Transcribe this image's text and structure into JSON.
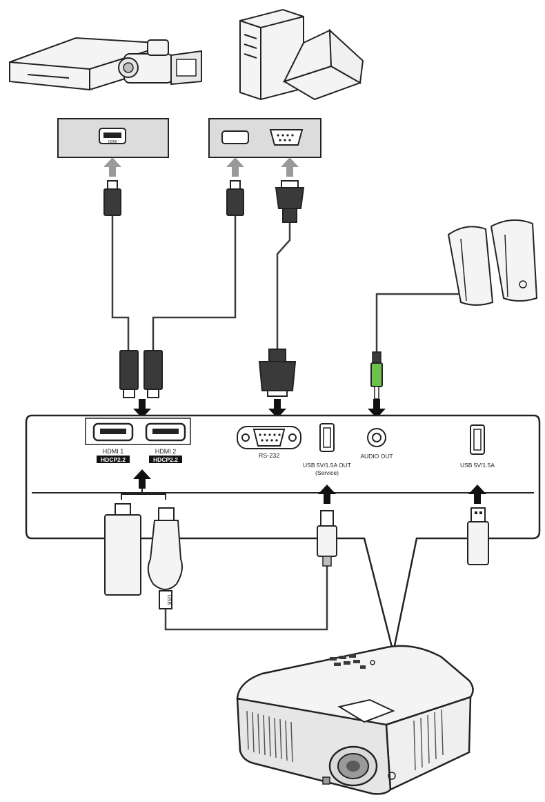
{
  "colors": {
    "line": "#222222",
    "cable": "#3c3c3c",
    "gray_panel": "#dcdcdc",
    "arrow_gray": "#9a9a9a",
    "arrow_black": "#111111",
    "connector_dark": "#3a3a3a",
    "audio_green": "#6cc24a",
    "device_fill": "#f4f4f4"
  },
  "icons": {
    "dvd": "dvd-player-icon",
    "camcorder": "camcorder-icon",
    "pc": "desktop-tower-icon",
    "laptop": "laptop-icon",
    "speakers": "speakers-icon",
    "projector": "projector-icon",
    "streaming_stick": "hdmi-streaming-stick-icon",
    "dongle": "wireless-dongle-icon",
    "usb_drive": "usb-flash-drive-icon"
  },
  "source_panels": {
    "hdmi_left_label": "HDMI"
  },
  "ports": {
    "hdmi1": "HDMI 1",
    "hdmi1_badge": "HDCP2.2",
    "hdmi2": "HDMI 2",
    "hdmi2_badge": "HDCP2.2",
    "rs232": "RS-232",
    "usb_out_line1": "USB 5V/1.5A OUT",
    "usb_out_line2": "(Service)",
    "audio_out": "AUDIO OUT",
    "usb_right": "USB 5V/1.5A"
  },
  "dongle_usb_label": "USB"
}
